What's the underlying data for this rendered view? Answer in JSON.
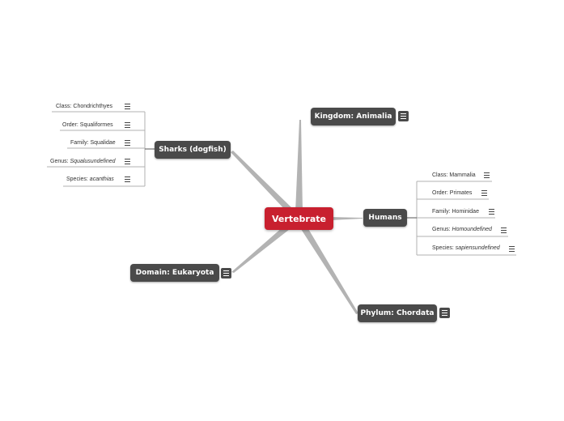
{
  "central": {
    "label": "Vertebrate"
  },
  "topics": {
    "kingdom": "Kingdom: Animalia",
    "sharks": "Sharks (dogfish)",
    "humans": "Humans",
    "domain": "Domain: Eukaryota",
    "phylum": "Phylum: Chordata"
  },
  "sharks_children": [
    {
      "prefix": "Class: ",
      "value": "Chondrichthyes",
      "italic": false
    },
    {
      "prefix": "Order: ",
      "value": "Squaliformes",
      "italic": false
    },
    {
      "prefix": "Family: ",
      "value": "Squalidae",
      "italic": false
    },
    {
      "prefix": "Genus: ",
      "value": "Squalusundefined",
      "italic": true
    },
    {
      "prefix": "Species: ",
      "value": "acanthias",
      "italic": true
    }
  ],
  "humans_children": [
    {
      "prefix": "Class: ",
      "value": "Mammalia",
      "italic": false
    },
    {
      "prefix": "Order: ",
      "value": "Primates",
      "italic": false
    },
    {
      "prefix": "Family: ",
      "value": "Hominidae",
      "italic": false
    },
    {
      "prefix": "Genus: ",
      "value": "Homoundefined",
      "italic": true
    },
    {
      "prefix": "Species: ",
      "value": "sapiensundefined",
      "italic": true
    }
  ],
  "colors": {
    "central": "#c8202f",
    "topic": "#4a4a4a",
    "line": "#b0b0b0"
  },
  "icons": {
    "note": "note-icon"
  }
}
